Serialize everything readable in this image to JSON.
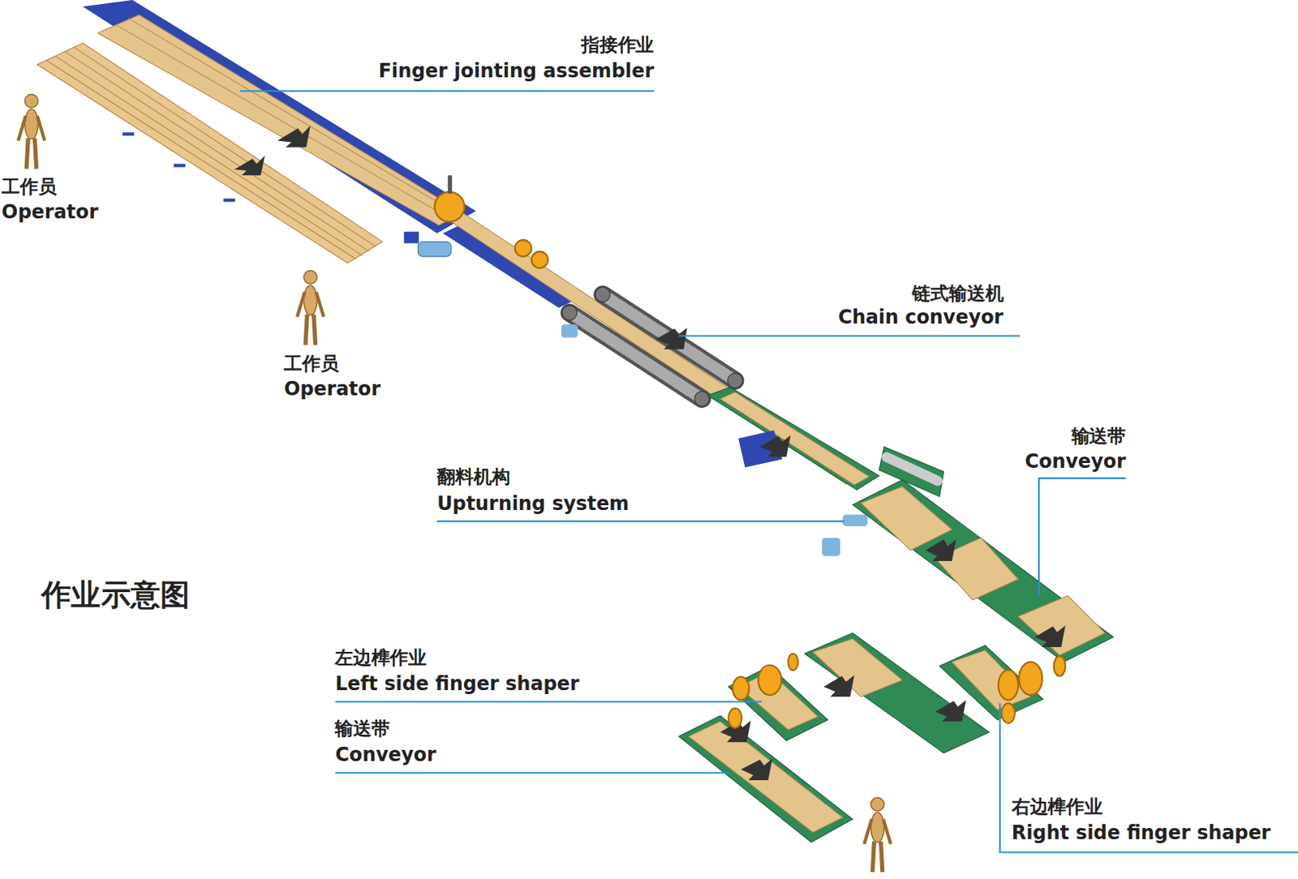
{
  "diagram": {
    "title": "作业示意图",
    "labels": [
      "指接作业",
      "Finger jointing assembler",
      "工作员",
      "Operator",
      "工作员",
      "Operator",
      "链式输送机",
      "Chain conveyor",
      "输送带",
      "Conveyor",
      "翻料机构",
      "Upturning system",
      "左边榫作业",
      "Left side finger shaper",
      "输送带",
      "Conveyor",
      "右边榫作业",
      "Right side finger shaper"
    ]
  }
}
